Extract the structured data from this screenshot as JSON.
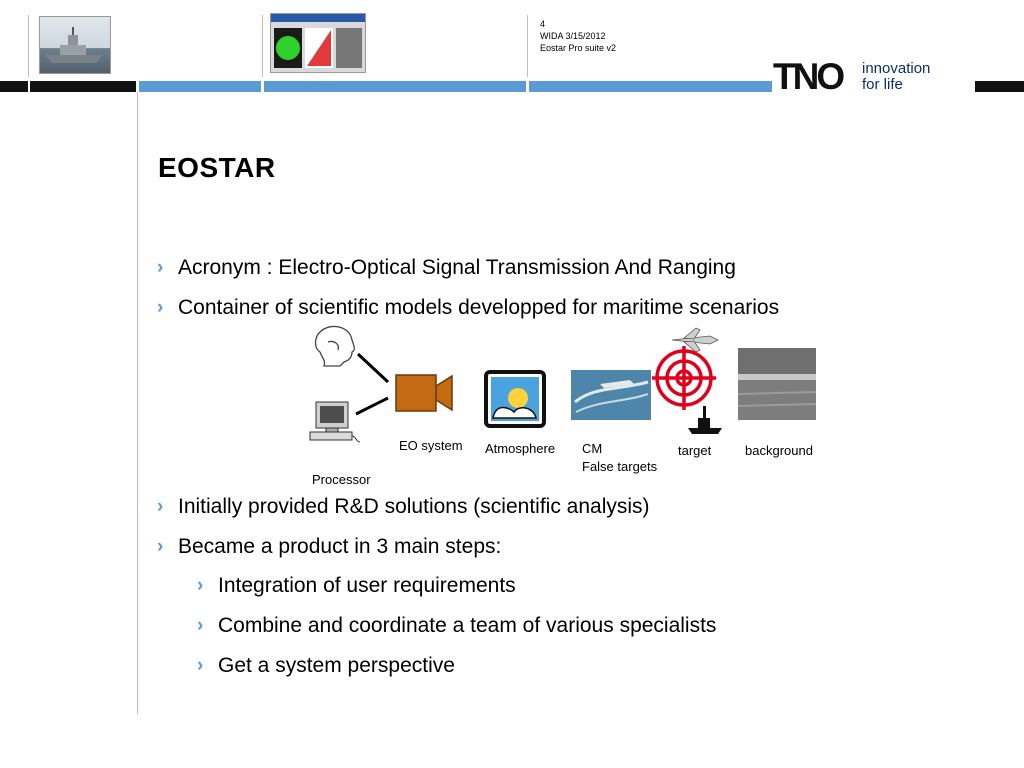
{
  "header": {
    "page_number": "4",
    "date_line": "WIDA 3/15/2012",
    "doc_name": "Eostar Pro suite v2",
    "logo_text": "TNO",
    "tagline_1": "innovation",
    "tagline_2": "for life"
  },
  "colors": {
    "accent_blue": "#5b9bd5",
    "header_dark": "#111111",
    "tno_navy": "#0c2f67"
  },
  "slide": {
    "title": "EOSTAR",
    "bullets": [
      "Acronym : Electro-Optical Signal Transmission And Ranging",
      "Container of scientific models developped for maritime scenarios",
      "Initially provided R&D solutions (scientific analysis)",
      "Became a product in 3 main steps:"
    ],
    "sub_bullets": [
      "Integration of user requirements",
      "Combine and coordinate a team of various specialists",
      "Get a system perspective"
    ]
  },
  "diagram": {
    "processor": "Processor",
    "eo_system": "EO system",
    "atmosphere": "Atmosphere",
    "cm_1": "CM",
    "cm_2": "False targets",
    "target": "target",
    "background": "background"
  }
}
